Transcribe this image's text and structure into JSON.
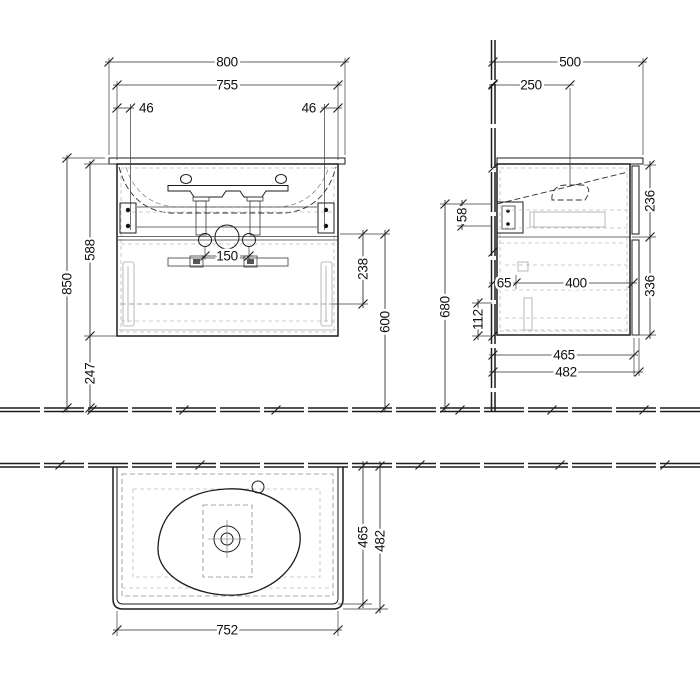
{
  "drawing": {
    "type": "technical-drawing",
    "subject": "wall-hung vanity unit with washbasin",
    "units": "mm",
    "line_color": "#1c1c1c",
    "background": "#ffffff",
    "views": {
      "front": {
        "name": "front elevation",
        "dims": {
          "total_width": "800",
          "cabinet_width": "755",
          "offset_left": "46",
          "offset_right": "46",
          "total_height": "850",
          "cabinet_height": "588",
          "floor_clearance": "247",
          "tap_spacing": "150",
          "drawer_height": "238",
          "outlet_height": "600"
        }
      },
      "side": {
        "name": "side elevation",
        "dims": {
          "total_depth": "500",
          "trap_depth": "250",
          "upper_front_height": "236",
          "lower_front_height": "336",
          "bracket_height": "58",
          "wall_height": "680",
          "slide_inset": "65",
          "slide_length": "400",
          "base_offset": "112",
          "cabinet_depth": "465",
          "overall_depth": "482"
        }
      },
      "top": {
        "name": "plan view",
        "dims": {
          "basin_width": "752",
          "rim_depth": "465",
          "overall_depth": "482"
        }
      }
    }
  }
}
